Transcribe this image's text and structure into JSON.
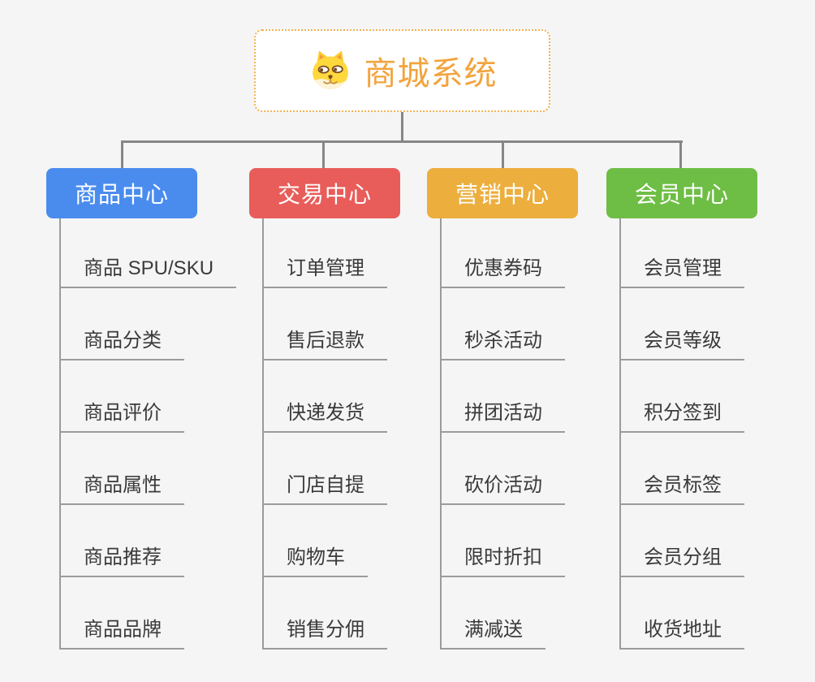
{
  "root": {
    "title": "商城系统",
    "icon": "dog-face-icon"
  },
  "branches": [
    {
      "label": "商品中心",
      "color": "#4a8cee",
      "items": [
        "商品 SPU/SKU",
        "商品分类",
        "商品评价",
        "商品属性",
        "商品推荐",
        "商品品牌"
      ]
    },
    {
      "label": "交易中心",
      "color": "#e85d5a",
      "items": [
        "订单管理",
        "售后退款",
        "快递发货",
        "门店自提",
        "购物车",
        "销售分佣"
      ]
    },
    {
      "label": "营销中心",
      "color": "#ecae3d",
      "items": [
        "优惠券码",
        "秒杀活动",
        "拼团活动",
        "砍价活动",
        "限时折扣",
        "满减送"
      ]
    },
    {
      "label": "会员中心",
      "color": "#6ebe45",
      "items": [
        "会员管理",
        "会员等级",
        "积分签到",
        "会员标签",
        "会员分组",
        "收货地址"
      ]
    }
  ],
  "colors": {
    "background": "#f5f5f6",
    "connector": "#868686",
    "leaf_line": "#9b9b9b",
    "leaf_text": "#3a3a3a",
    "root_text": "#f2a43d",
    "root_border": "#f2b050"
  }
}
